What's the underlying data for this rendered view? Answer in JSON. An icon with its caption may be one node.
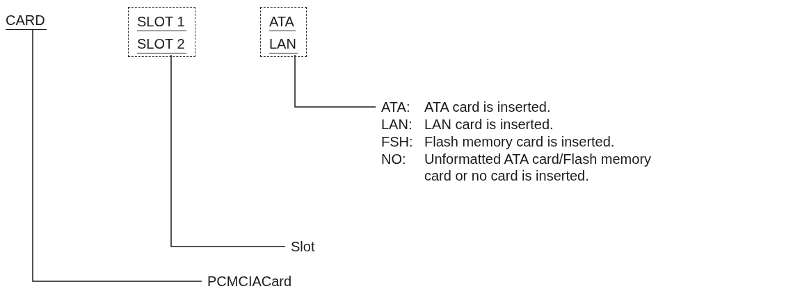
{
  "diagram": {
    "nodes": [
      {
        "text": [
          "CARD"
        ]
      },
      {
        "text": [
          "SLOT 1",
          "SLOT 2"
        ]
      },
      {
        "text": [
          "ATA",
          "LAN"
        ]
      },
      {
        "text": [
          "ATA:",
          "ATA card is inserted.",
          "LAN:",
          "LAN card is inserted.",
          "FSH:",
          "Flash memory card is inserted.",
          "NO:",
          "Unformatted ATA card/Flash memory card or no card is inserted."
        ]
      },
      {
        "text": [
          "Slot"
        ]
      },
      {
        "text": [
          "PCMCIACard"
        ]
      }
    ],
    "edges": [
      {
        "from": 2,
        "to": 3,
        "arrow": "none"
      },
      {
        "from": 1,
        "to": 4,
        "arrow": "none"
      },
      {
        "from": 0,
        "to": 5,
        "arrow": "none"
      }
    ]
  }
}
